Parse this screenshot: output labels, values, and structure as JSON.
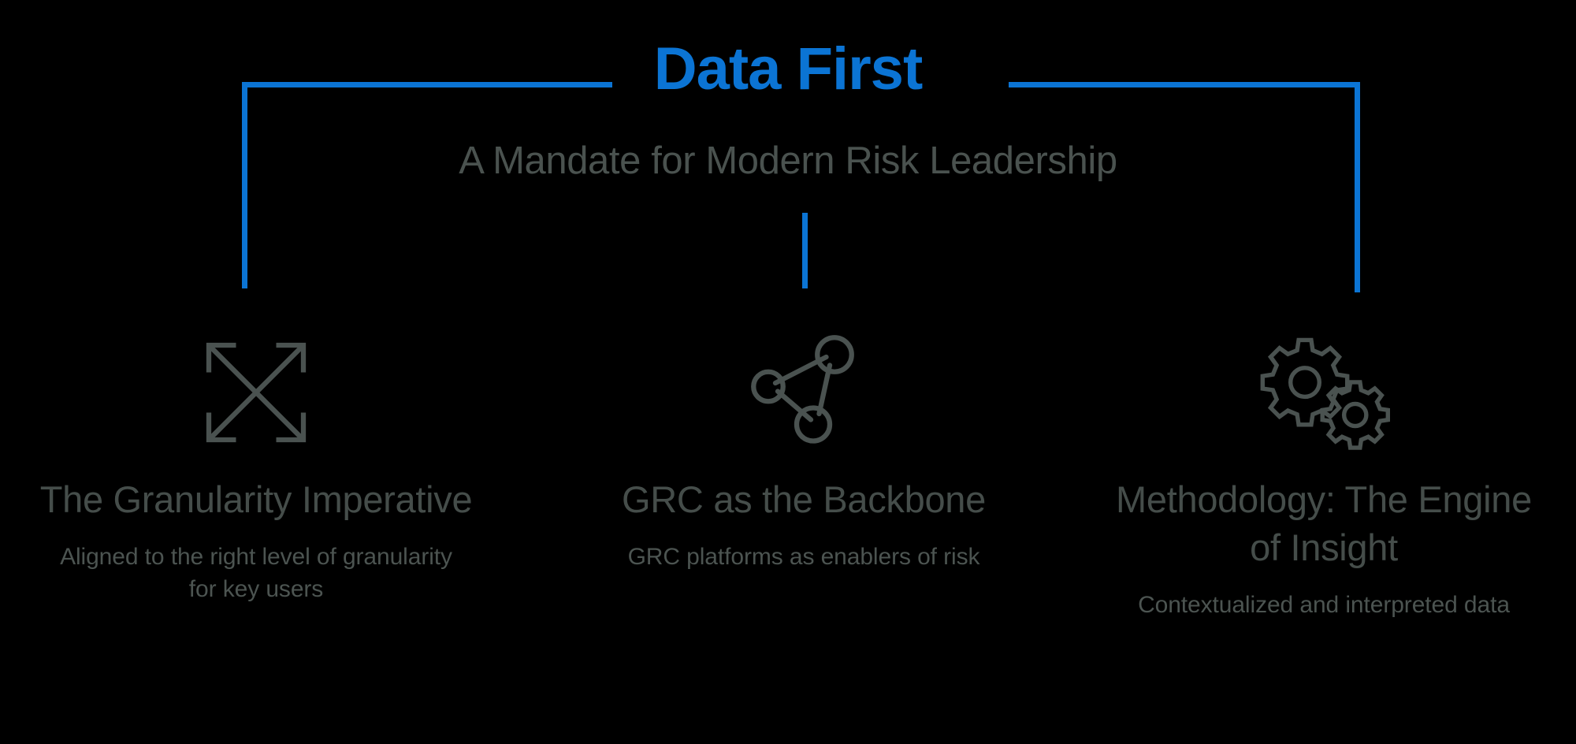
{
  "header": {
    "title": "Data First",
    "subtitle": "A Mandate for Modern Risk Leadership"
  },
  "colors": {
    "background": "#000000",
    "accent_blue": "#0B74D4",
    "heading_gray": "#454d4a",
    "subtitle_gray": "#4a524f",
    "body_gray": "#4c5451",
    "icon_gray": "#4a5250"
  },
  "connectors": {
    "style": "bracket",
    "branches": 3
  },
  "columns": [
    {
      "icon": "expand-arrows-icon",
      "title": "The Granularity Imperative",
      "description": "Aligned to the right level of granularity for key users"
    },
    {
      "icon": "network-nodes-icon",
      "title": "GRC as the Backbone",
      "description": "GRC platforms as enablers of risk"
    },
    {
      "icon": "gears-icon",
      "title": "Methodology: The Engine of Insight",
      "description": "Contextualized and interpreted data"
    }
  ]
}
